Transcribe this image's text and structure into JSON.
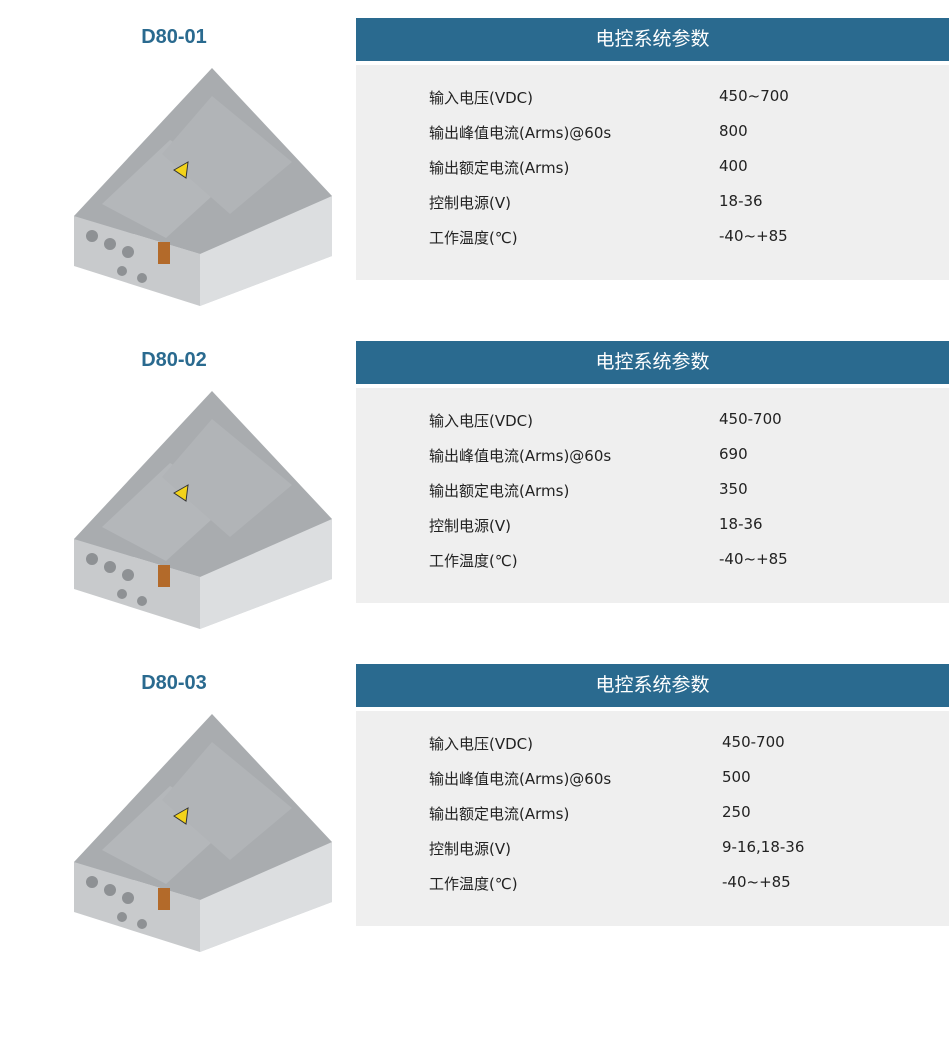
{
  "sections": [
    {
      "model": "D80-01",
      "title": "电控系统参数",
      "rows": [
        {
          "label": "输入电压(VDC)",
          "value": "450~700"
        },
        {
          "label": "输出峰值电流(Arms)@60s",
          "value": "800"
        },
        {
          "label": "输出额定电流(Arms)",
          "value": "400"
        },
        {
          "label": "控制电源(V)",
          "value": "18-36"
        },
        {
          "label": "工作温度(℃)",
          "value": "-40~+85"
        }
      ]
    },
    {
      "model": "D80-02",
      "title": "电控系统参数",
      "rows": [
        {
          "label": "输入电压(VDC)",
          "value": "450-700"
        },
        {
          "label": "输出峰值电流(Arms)@60s",
          "value": "690"
        },
        {
          "label": "输出额定电流(Arms)",
          "value": "350"
        },
        {
          "label": "控制电源(V)",
          "value": "18-36"
        },
        {
          "label": "工作温度(℃)",
          "value": "-40~+85"
        }
      ]
    },
    {
      "model": "D80-03",
      "title": "电控系统参数",
      "rows": [
        {
          "label": "输入电压(VDC)",
          "value": "450-700"
        },
        {
          "label": "输出峰值电流(Arms)@60s",
          "value": "500"
        },
        {
          "label": "输出额定电流(Arms)",
          "value": "250"
        },
        {
          "label": "控制电源(V)",
          "value": "9-16,18-36"
        },
        {
          "label": "工作温度(℃)",
          "value": "-40~+85"
        }
      ]
    }
  ],
  "colors": {
    "accent": "#2a6a8f",
    "panel": "#efefef"
  }
}
